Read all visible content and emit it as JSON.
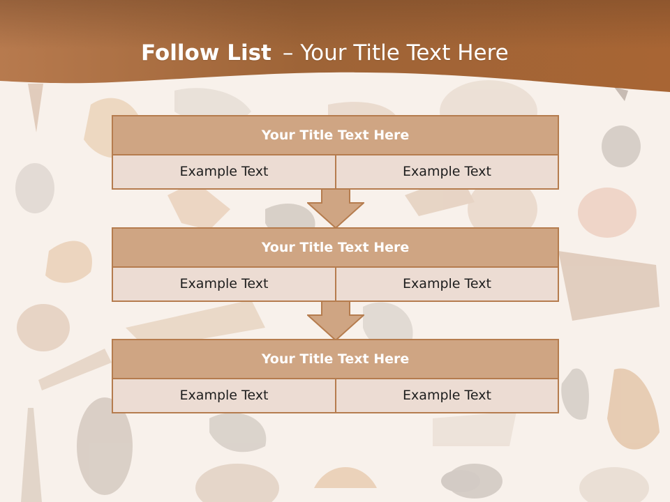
{
  "slide": {
    "title_bold": "Follow List",
    "title_separator": "–",
    "title_rest": "Your Title Text Here"
  },
  "colors": {
    "header_brown": "#a8693c",
    "box_title_fill": "#cfa583",
    "box_border": "#b57c4e",
    "cell_fill": "#ecdcd3"
  },
  "blocks": [
    {
      "title": "Your Title Text Here",
      "left_text": "Example Text",
      "right_text": "Example Text"
    },
    {
      "title": "Your Title Text Here",
      "left_text": "Example Text",
      "right_text": "Example Text"
    },
    {
      "title": "Your Title Text Here",
      "left_text": "Example Text",
      "right_text": "Example Text"
    }
  ],
  "decorations": {
    "background_theme": "seashells-icon",
    "connector_icon": "down-arrow-icon"
  }
}
